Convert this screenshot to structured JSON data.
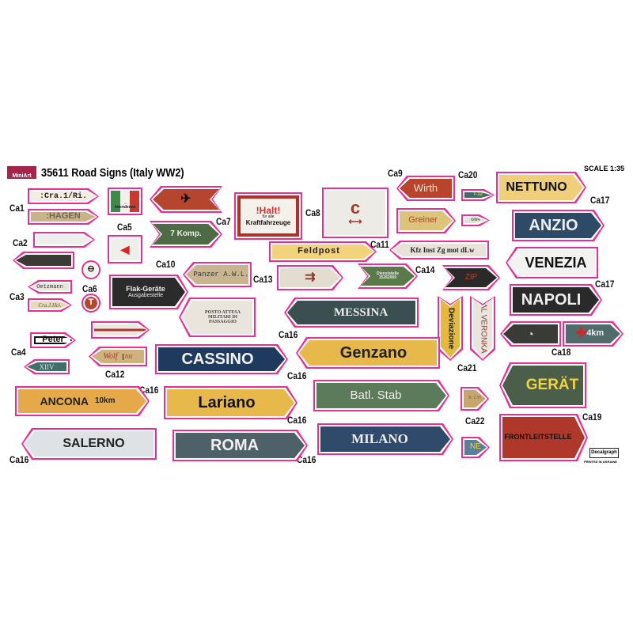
{
  "header": {
    "logo": "MiniArt",
    "title": "35611 Road Signs (Italy WW2)",
    "scale": "SCALE 1:35"
  },
  "footer": {
    "logo": "Decalgraph",
    "printed": "PRINTED IN UKRAINE"
  },
  "labels": {
    "ca1": "Ca1",
    "ca2": "Ca2",
    "ca3": "Ca3",
    "ca4": "Ca4",
    "ca5": "Ca5",
    "ca6": "Ca6",
    "ca7": "Ca7",
    "ca8": "Ca8",
    "ca9": "Ca9",
    "ca10": "Ca10",
    "ca11": "Ca11",
    "ca12": "Ca12",
    "ca13": "Ca13",
    "ca14": "Ca14",
    "ca16": "Ca16",
    "ca17": "Ca17",
    "ca18": "Ca18",
    "ca19": "Ca19",
    "ca20": "Ca20",
    "ca21": "Ca21",
    "ca22": "Ca22"
  },
  "signs": {
    "cra1": ":Cra.1/Ri.",
    "hagen": ":HAGEN",
    "oetzmann": "Oetzmann",
    "craj": "Cra.J.Hei.",
    "peter": "Peter",
    "xiiv": "XIIV",
    "intendenza": "Intendenza",
    "komp": "7 Komp.",
    "flak1": "Flak-Geräte",
    "flak2": "Ausgabestelle",
    "wolf": "Wolf",
    "nh": "NH",
    "panzer": "Panzer A.W.L.",
    "posto1": "POSTO ATTESA",
    "posto2": "MILITARI DI",
    "posto3": "PASSAGGIO",
    "halt": "!Halt!",
    "fur": "für alle",
    "kraft": "Kraftfahrzeuge",
    "wirth": "Wirth",
    "greiner": "Greiner",
    "t32": "T-32",
    "gw4": "GW4",
    "feldpost": "Feldpost",
    "kfz": "Kfz Inst Zg mot dLw",
    "dienst1": "Dienststelle",
    "dienst2": "15262005",
    "zip": "ZIP",
    "messina": "MESSINA",
    "deviazione": "Deviazione",
    "veronka": "AL VERONKA",
    "cassino": "CASSINO",
    "genzano": "Genzano",
    "ancona": "ANCONA",
    "ancona_km": "10km",
    "lariano": "Lariano",
    "batl": "Batl. Stab",
    "salerno": "SALERNO",
    "roma": "ROMA",
    "milano": "MILANO",
    "nettuno": "NETTUNO",
    "anzio": "ANZIO",
    "venezia": "VENEZIA",
    "napoli": "NAPOLI",
    "km4": "4km",
    "gerat": "GERÄT",
    "front": "FRONTLEITSTELLE",
    "b2h": "B. 2./H",
    "ne": "NE",
    "t": "T"
  }
}
